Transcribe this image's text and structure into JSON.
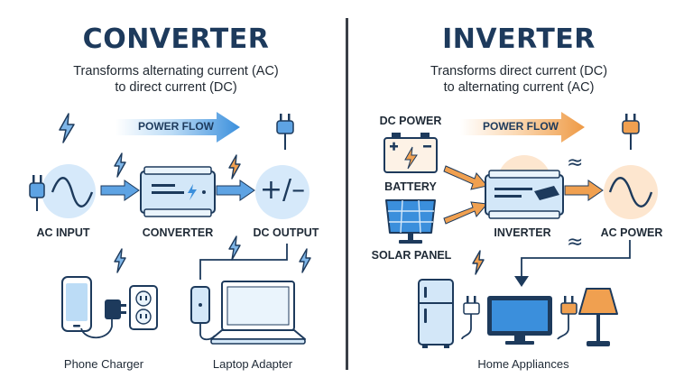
{
  "converter": {
    "title": "CONVERTER",
    "subtitle_line1": "Transforms alternating current (AC)",
    "subtitle_line2": "to direct current (DC)",
    "flow_label": "POWER FLOW",
    "ac_input_label": "AC INPUT",
    "converter_label": "CONVERTER",
    "dc_output_label": "DC OUTPUT",
    "dc_symbol": "+/–",
    "phone_label": "Phone Charger",
    "laptop_label": "Laptop Adapter"
  },
  "inverter": {
    "title": "INVERTER",
    "subtitle_line1": "Transforms direct current (DC)",
    "subtitle_line2": "to alternating current (AC)",
    "flow_label": "POWER FLOW",
    "dc_power_label": "DC POWER",
    "battery_label": "BATTERY",
    "solar_label": "SOLAR PANEL",
    "inverter_label": "INVERTER",
    "ac_power_label": "AC POWER",
    "appliances_label": "Home Appliances"
  },
  "colors": {
    "converter_accent": "#2f86d8",
    "inverter_accent": "#f0a050",
    "navy": "#1d3a5c"
  }
}
